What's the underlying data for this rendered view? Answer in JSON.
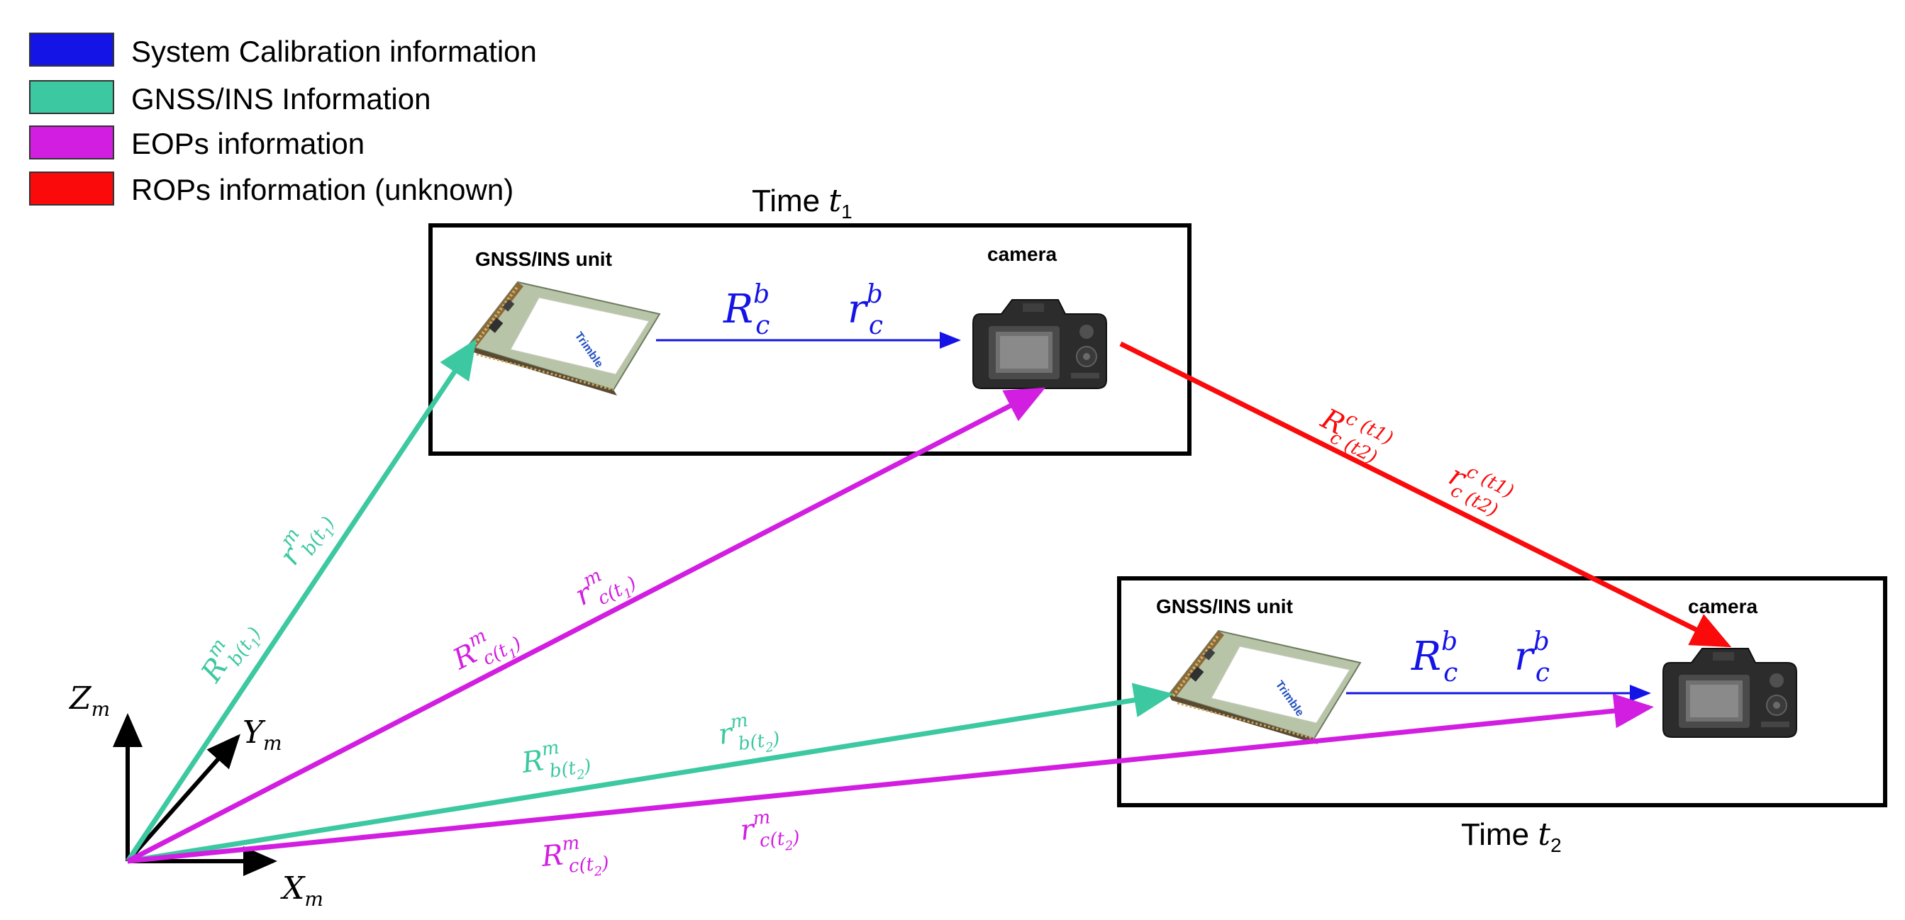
{
  "legend": [
    {
      "label": "System Calibration information",
      "color": "#1414e6"
    },
    {
      "label": "GNSS/INS Information",
      "color": "#3cc8a0"
    },
    {
      "label": "EOPs information",
      "color": "#d21ee1"
    },
    {
      "label": "ROPs information (unknown)",
      "color": "#fa0a0a"
    }
  ],
  "frame_t1": {
    "title": "Time",
    "title_var": "t",
    "title_sub": "1",
    "gnss_label": "GNSS/INS unit",
    "camera_label": "camera"
  },
  "frame_t2": {
    "title": "Time",
    "title_var": "t",
    "title_sub": "2",
    "gnss_label": "GNSS/INS unit",
    "camera_label": "camera"
  },
  "calibration": {
    "R": {
      "base": "R",
      "sup": "b",
      "sub": "c"
    },
    "r": {
      "base": "r",
      "sup": "b",
      "sub": "c"
    }
  },
  "axes": {
    "z": {
      "base": "Z",
      "sub": "m"
    },
    "y": {
      "base": "Y",
      "sub": "m"
    },
    "x": {
      "base": "X",
      "sub": "m"
    }
  },
  "vectors": {
    "rb_t1": {
      "base": "r",
      "sup": "m",
      "sub": "b(t",
      "subsub": "1",
      "close": ")"
    },
    "Rb_t1": {
      "base": "R",
      "sup": "m",
      "sub": "b(t",
      "subsub": "1",
      "close": ")"
    },
    "rc_t1": {
      "base": "r",
      "sup": "m",
      "sub": "c(t",
      "subsub": "1",
      "close": ")"
    },
    "Rc_t1": {
      "base": "R",
      "sup": "m",
      "sub": "c(t",
      "subsub": "1",
      "close": ")"
    },
    "rb_t2": {
      "base": "r",
      "sup": "m",
      "sub": "b(t",
      "subsub": "2",
      "close": ")"
    },
    "Rb_t2": {
      "base": "R",
      "sup": "m",
      "sub": "b(t",
      "subsub": "2",
      "close": ")"
    },
    "rc_t2": {
      "base": "r",
      "sup": "m",
      "sub": "c(t",
      "subsub": "2",
      "close": ")"
    },
    "Rc_t2": {
      "base": "R",
      "sup": "m",
      "sub": "c(t",
      "subsub": "2",
      "close": ")"
    },
    "R_rop": {
      "base": "R",
      "sup": "c (t1)",
      "sub": "c (t2)"
    },
    "r_rop": {
      "base": "r",
      "sup": "c (t1)",
      "sub": "c (t2)"
    }
  }
}
